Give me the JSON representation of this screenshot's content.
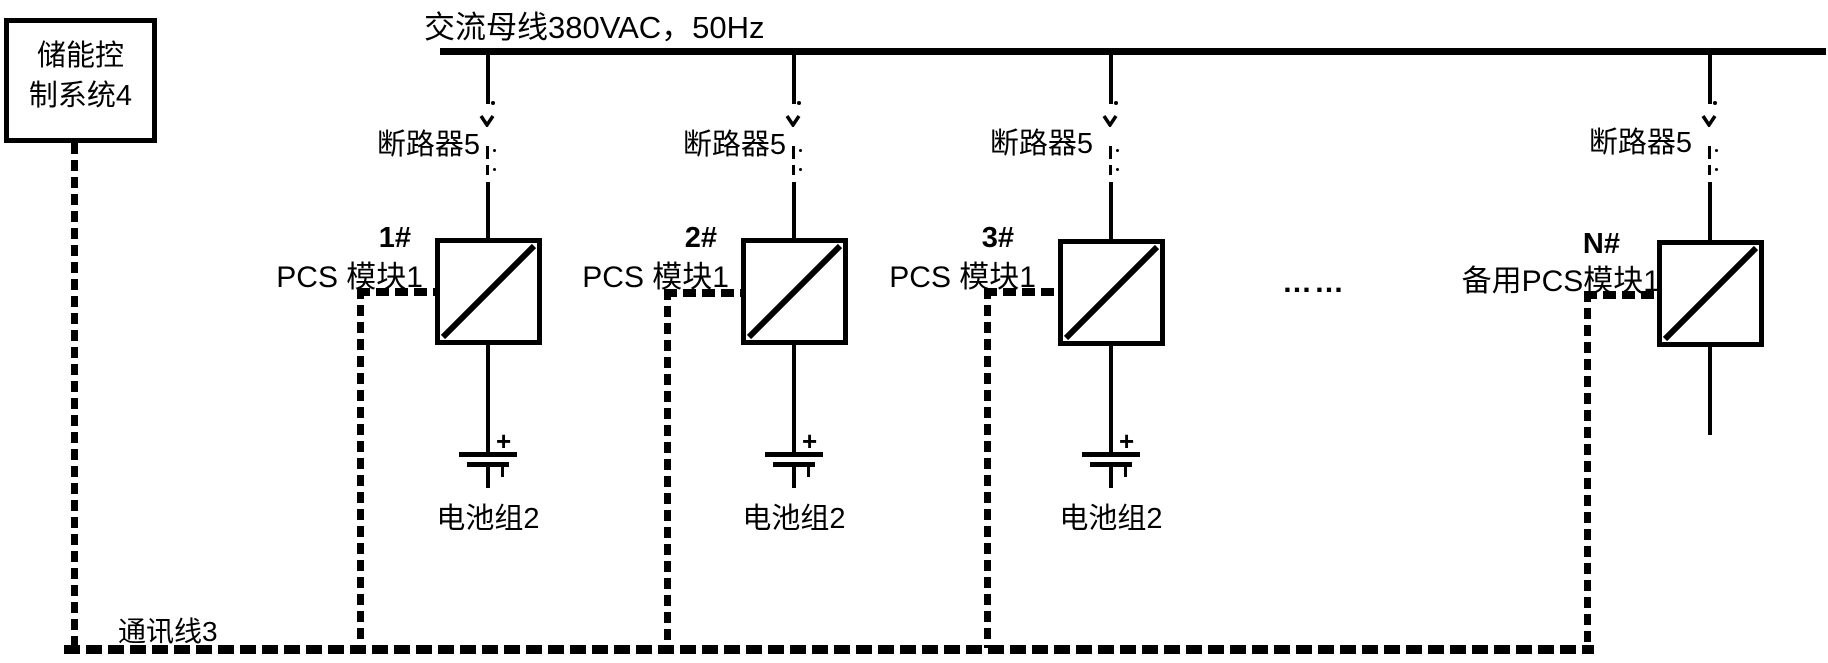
{
  "bus": {
    "label": "交流母线380VAC，50Hz"
  },
  "control_system": {
    "lines": [
      "储能控",
      "制系统4"
    ]
  },
  "comm_line": {
    "label": "通讯线3"
  },
  "ellipsis": "……",
  "breakers": [
    {
      "label": "断路器5"
    },
    {
      "label": "断路器5"
    },
    {
      "label": "断路器5"
    },
    {
      "label": "断路器5"
    }
  ],
  "modules": [
    {
      "number": "1#",
      "name": "PCS 模块1",
      "battery_label": "电池组2",
      "battery_plus": "+"
    },
    {
      "number": "2#",
      "name": "PCS 模块1",
      "battery_label": "电池组2",
      "battery_plus": "+"
    },
    {
      "number": "3#",
      "name": "PCS 模块1",
      "battery_label": "电池组2",
      "battery_plus": "+"
    },
    {
      "number": "N#",
      "name": "备用PCS模块1"
    }
  ],
  "colors": {
    "ink": "#000000",
    "background": "#ffffff"
  }
}
